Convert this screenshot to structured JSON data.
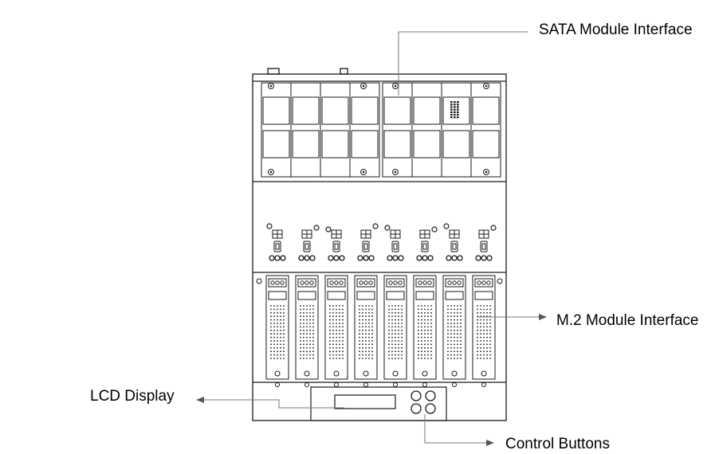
{
  "labels": {
    "sata": "SATA Module Interface",
    "m2": "M.2 Module Interface",
    "lcd": "LCD Display",
    "buttons": "Control Buttons"
  },
  "colors": {
    "line": "#1a1a1a",
    "leader": "#7a7a7a",
    "background": "#ffffff"
  },
  "device": {
    "sata_bay_count": 8,
    "m2_module_count": 8,
    "control_button_count": 4
  }
}
